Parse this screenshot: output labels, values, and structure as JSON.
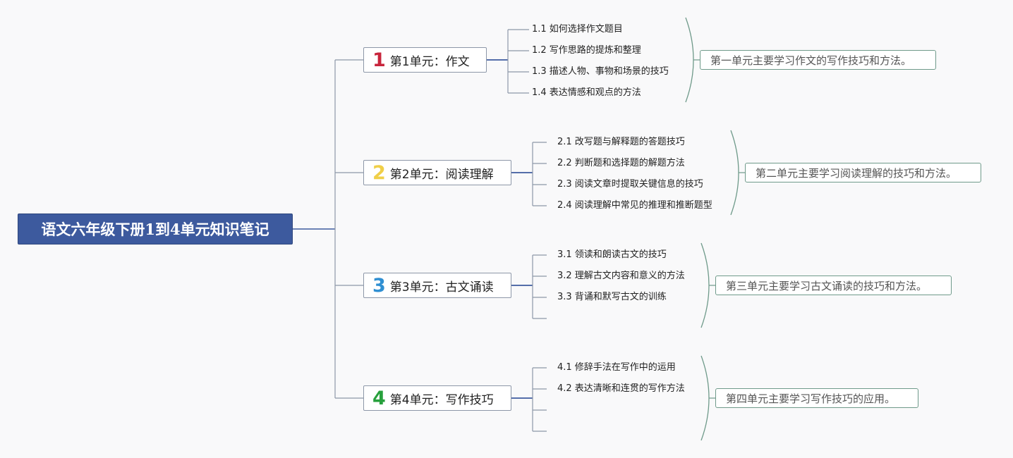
{
  "root": {
    "title": "语文六年级下册1到4单元知识笔记"
  },
  "colors": {
    "root_bg": "#3d5a9e",
    "line": "#3d5a9e",
    "bracket": "#6f9a8a",
    "num1": "#c8253c",
    "num2": "#f0cf48",
    "num3": "#2f8fd2",
    "num4": "#27a03c"
  },
  "units": [
    {
      "number": "1",
      "title": "第1单元：作文",
      "items": [
        "1.1 如何选择作文题目",
        "1.2 写作思路的提炼和整理",
        "1.3 描述人物、事物和场景的技巧",
        "1.4 表达情感和观点的方法"
      ],
      "summary": "第一单元主要学习作文的写作技巧和方法。"
    },
    {
      "number": "2",
      "title": "第2单元：阅读理解",
      "items": [
        "2.1 改写题与解释题的答题技巧",
        "2.2 判断题和选择题的解题方法",
        "2.3 阅读文章时提取关键信息的技巧",
        "2.4 阅读理解中常见的推理和推断题型"
      ],
      "summary": "第二单元主要学习阅读理解的技巧和方法。"
    },
    {
      "number": "3",
      "title": "第3单元：古文诵读",
      "items": [
        "3.1 领读和朗读古文的技巧",
        "3.2 理解古文内容和意义的方法",
        "3.3 背诵和默写古文的训练",
        ""
      ],
      "summary": "第三单元主要学习古文诵读的技巧和方法。"
    },
    {
      "number": "4",
      "title": "第4单元：写作技巧",
      "items": [
        "4.1 修辞手法在写作中的运用",
        "4.2 表达清晰和连贯的写作方法",
        "",
        ""
      ],
      "summary": "第四单元主要学习写作技巧的应用。"
    }
  ]
}
